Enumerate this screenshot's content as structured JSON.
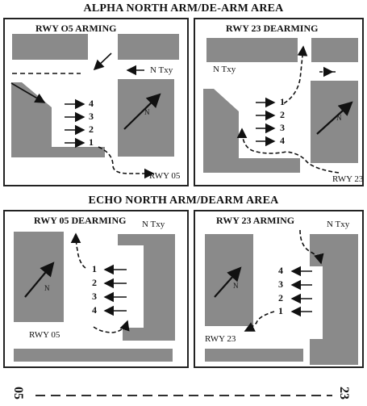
{
  "sections": {
    "alpha_title": "ALPHA NORTH ARM/DE-ARM AREA",
    "echo_title": "ECHO NORTH ARM/DEARM AREA"
  },
  "panels": {
    "p1": {
      "title": "RWY O5 ARMING",
      "taxiway": "N Txy",
      "runway": "RWY 05",
      "north": "N",
      "slots": [
        "4",
        "3",
        "2",
        "1"
      ]
    },
    "p2": {
      "title": "RWY 23 DEARMING",
      "taxiway": "N Txy",
      "runway": "RWY 23",
      "north": "N",
      "slots": [
        "1",
        "2",
        "3",
        "4"
      ]
    },
    "p3": {
      "title": "RWY 05 DEARMING",
      "taxiway": "N Txy",
      "runway": "RWY 05",
      "north": "N",
      "slots": [
        "1",
        "2",
        "3",
        "4"
      ]
    },
    "p4": {
      "title": "RWY 23 ARMING",
      "taxiway": "N Txy",
      "runway": "RWY 23",
      "north": "N",
      "slots": [
        "4",
        "3",
        "2",
        "1"
      ]
    }
  },
  "runway_line": {
    "left_end": "05",
    "right_end": "23"
  },
  "colors": {
    "pavement": "#8a8a8a",
    "line": "#111111"
  }
}
